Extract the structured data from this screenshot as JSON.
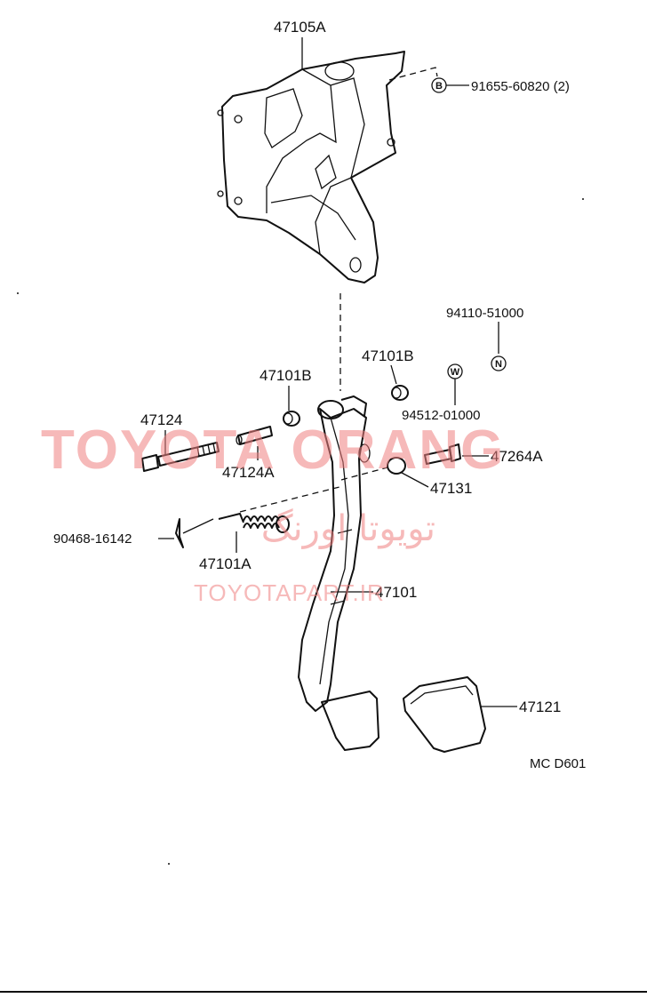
{
  "diagram": {
    "parts": {
      "bracket": "47105A",
      "bolt_b": "91655-60820 (2)",
      "nut_n": "94110-51000",
      "bushing_left": "47101B",
      "bushing_right": "47101B",
      "washer_w": "94512-01000",
      "bolt": "47124",
      "collar": "47124A",
      "stud_bolt": "47264A",
      "cushion": "47131",
      "clip": "90468-16142",
      "spring": "47101A",
      "pedal_arm": "47101",
      "pedal_pad": "47121",
      "diagram_code": "MC D601"
    },
    "symbols": {
      "b": "B",
      "n": "N",
      "w": "W"
    },
    "watermark": {
      "line1": "TOYOTA ORANG",
      "line2": "تویوتا اورنگ",
      "line3": "TOYOTAPART.IR"
    }
  }
}
